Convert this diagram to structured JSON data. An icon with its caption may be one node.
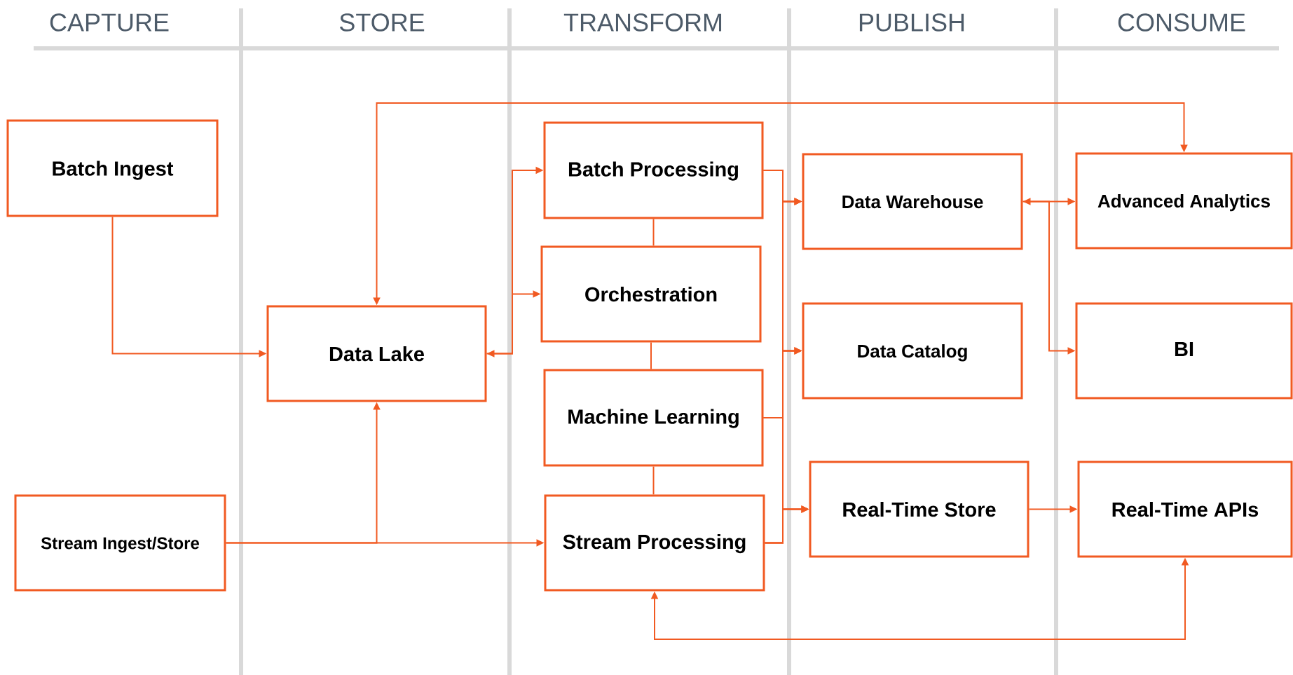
{
  "diagram": {
    "nodes": [
      {
        "text": [
          "Batch Ingest"
        ]
      },
      {
        "text": [
          "Stream Ingest/Store"
        ]
      },
      {
        "text": [
          "Data Lake"
        ]
      },
      {
        "text": [
          "Batch Processing"
        ]
      },
      {
        "text": [
          "Orchestration"
        ]
      },
      {
        "text": [
          "Machine Learning"
        ]
      },
      {
        "text": [
          "Stream Processing"
        ]
      },
      {
        "text": [
          "Data Warehouse"
        ]
      },
      {
        "text": [
          "Data Catalog"
        ]
      },
      {
        "text": [
          "Real-Time Store"
        ]
      },
      {
        "text": [
          "Advanced Analytics"
        ]
      },
      {
        "text": [
          "BI"
        ]
      },
      {
        "text": [
          "Real-Time APIs"
        ]
      }
    ],
    "edges": [
      {
        "from": 0,
        "to": 2,
        "arrow": "to"
      },
      {
        "from": 1,
        "to": 2,
        "arrow": "to"
      },
      {
        "from": 1,
        "to": 6,
        "arrow": "to"
      },
      {
        "from": 2,
        "to": 3,
        "arrow": "both"
      },
      {
        "from": 2,
        "to": 4,
        "arrow": "to"
      },
      {
        "from": 3,
        "to": 4,
        "arrow": "none"
      },
      {
        "from": 4,
        "to": 5,
        "arrow": "none"
      },
      {
        "from": 5,
        "to": 6,
        "arrow": "none"
      },
      {
        "from": 3,
        "to": 7,
        "arrow": "to"
      },
      {
        "from": 3,
        "to": 8,
        "arrow": "to"
      },
      {
        "from": 3,
        "to": 9,
        "arrow": "to"
      },
      {
        "from": 5,
        "to": 7,
        "arrow": "to"
      },
      {
        "from": 5,
        "to": 8,
        "arrow": "to"
      },
      {
        "from": 5,
        "to": 9,
        "arrow": "to"
      },
      {
        "from": 6,
        "to": 7,
        "arrow": "to"
      },
      {
        "from": 6,
        "to": 8,
        "arrow": "to"
      },
      {
        "from": 6,
        "to": 9,
        "arrow": "to"
      },
      {
        "from": 7,
        "to": 10,
        "arrow": "both"
      },
      {
        "from": 7,
        "to": 11,
        "arrow": "to"
      },
      {
        "from": 2,
        "to": 10,
        "arrow": "both"
      },
      {
        "from": 9,
        "to": 12,
        "arrow": "to"
      },
      {
        "from": 12,
        "to": 6,
        "arrow": "both"
      }
    ],
    "labels": [
      "CAPTURE",
      "STORE",
      "TRANSFORM",
      "PUBLISH",
      "CONSUME"
    ]
  }
}
